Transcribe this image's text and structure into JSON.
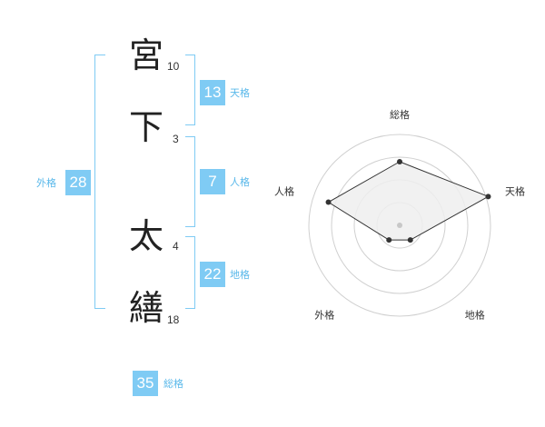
{
  "name_chars": [
    {
      "char": "宮",
      "strokes": "10"
    },
    {
      "char": "下",
      "strokes": "3"
    },
    {
      "char": "太",
      "strokes": "4"
    },
    {
      "char": "繕",
      "strokes": "18"
    }
  ],
  "fortunes": {
    "tenkaku": {
      "value": "13",
      "label": "天格"
    },
    "jinkaku": {
      "value": "7",
      "label": "人格"
    },
    "chikaku": {
      "value": "22",
      "label": "地格"
    },
    "gaikaku": {
      "value": "28",
      "label": "外格"
    },
    "soukaku": {
      "value": "35",
      "label": "総格"
    }
  },
  "chart_data": {
    "type": "radar",
    "axes": [
      "総格",
      "天格",
      "地格",
      "外格",
      "人格"
    ],
    "rings": 4,
    "max": 4,
    "values": [
      2.8,
      4.1,
      0.8,
      0.8,
      3.3
    ]
  },
  "colors": {
    "accent": "#7fcbf4",
    "accent_text": "#59b8ea",
    "radar_fill": "#eeeeee",
    "radar_line": "#333333",
    "grid": "#d0d0d0"
  }
}
